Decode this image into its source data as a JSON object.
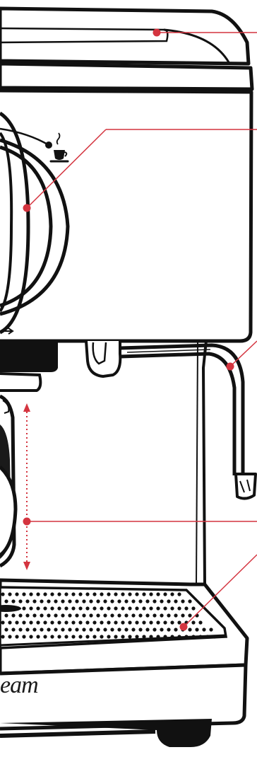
{
  "brand": {
    "logo_text_fragment": "eam"
  },
  "colors": {
    "outline": "#111111",
    "callout": "#d4343f",
    "body": "#ffffff"
  },
  "icons": {
    "cup": "coffee-cup-icon"
  },
  "callouts": [
    {
      "id": "lid",
      "target": "water-tank-lid"
    },
    {
      "id": "dial",
      "target": "control-dial"
    },
    {
      "id": "wand",
      "target": "steam-wand"
    },
    {
      "id": "height",
      "target": "cup-clearance"
    },
    {
      "id": "tray",
      "target": "drip-tray"
    }
  ]
}
